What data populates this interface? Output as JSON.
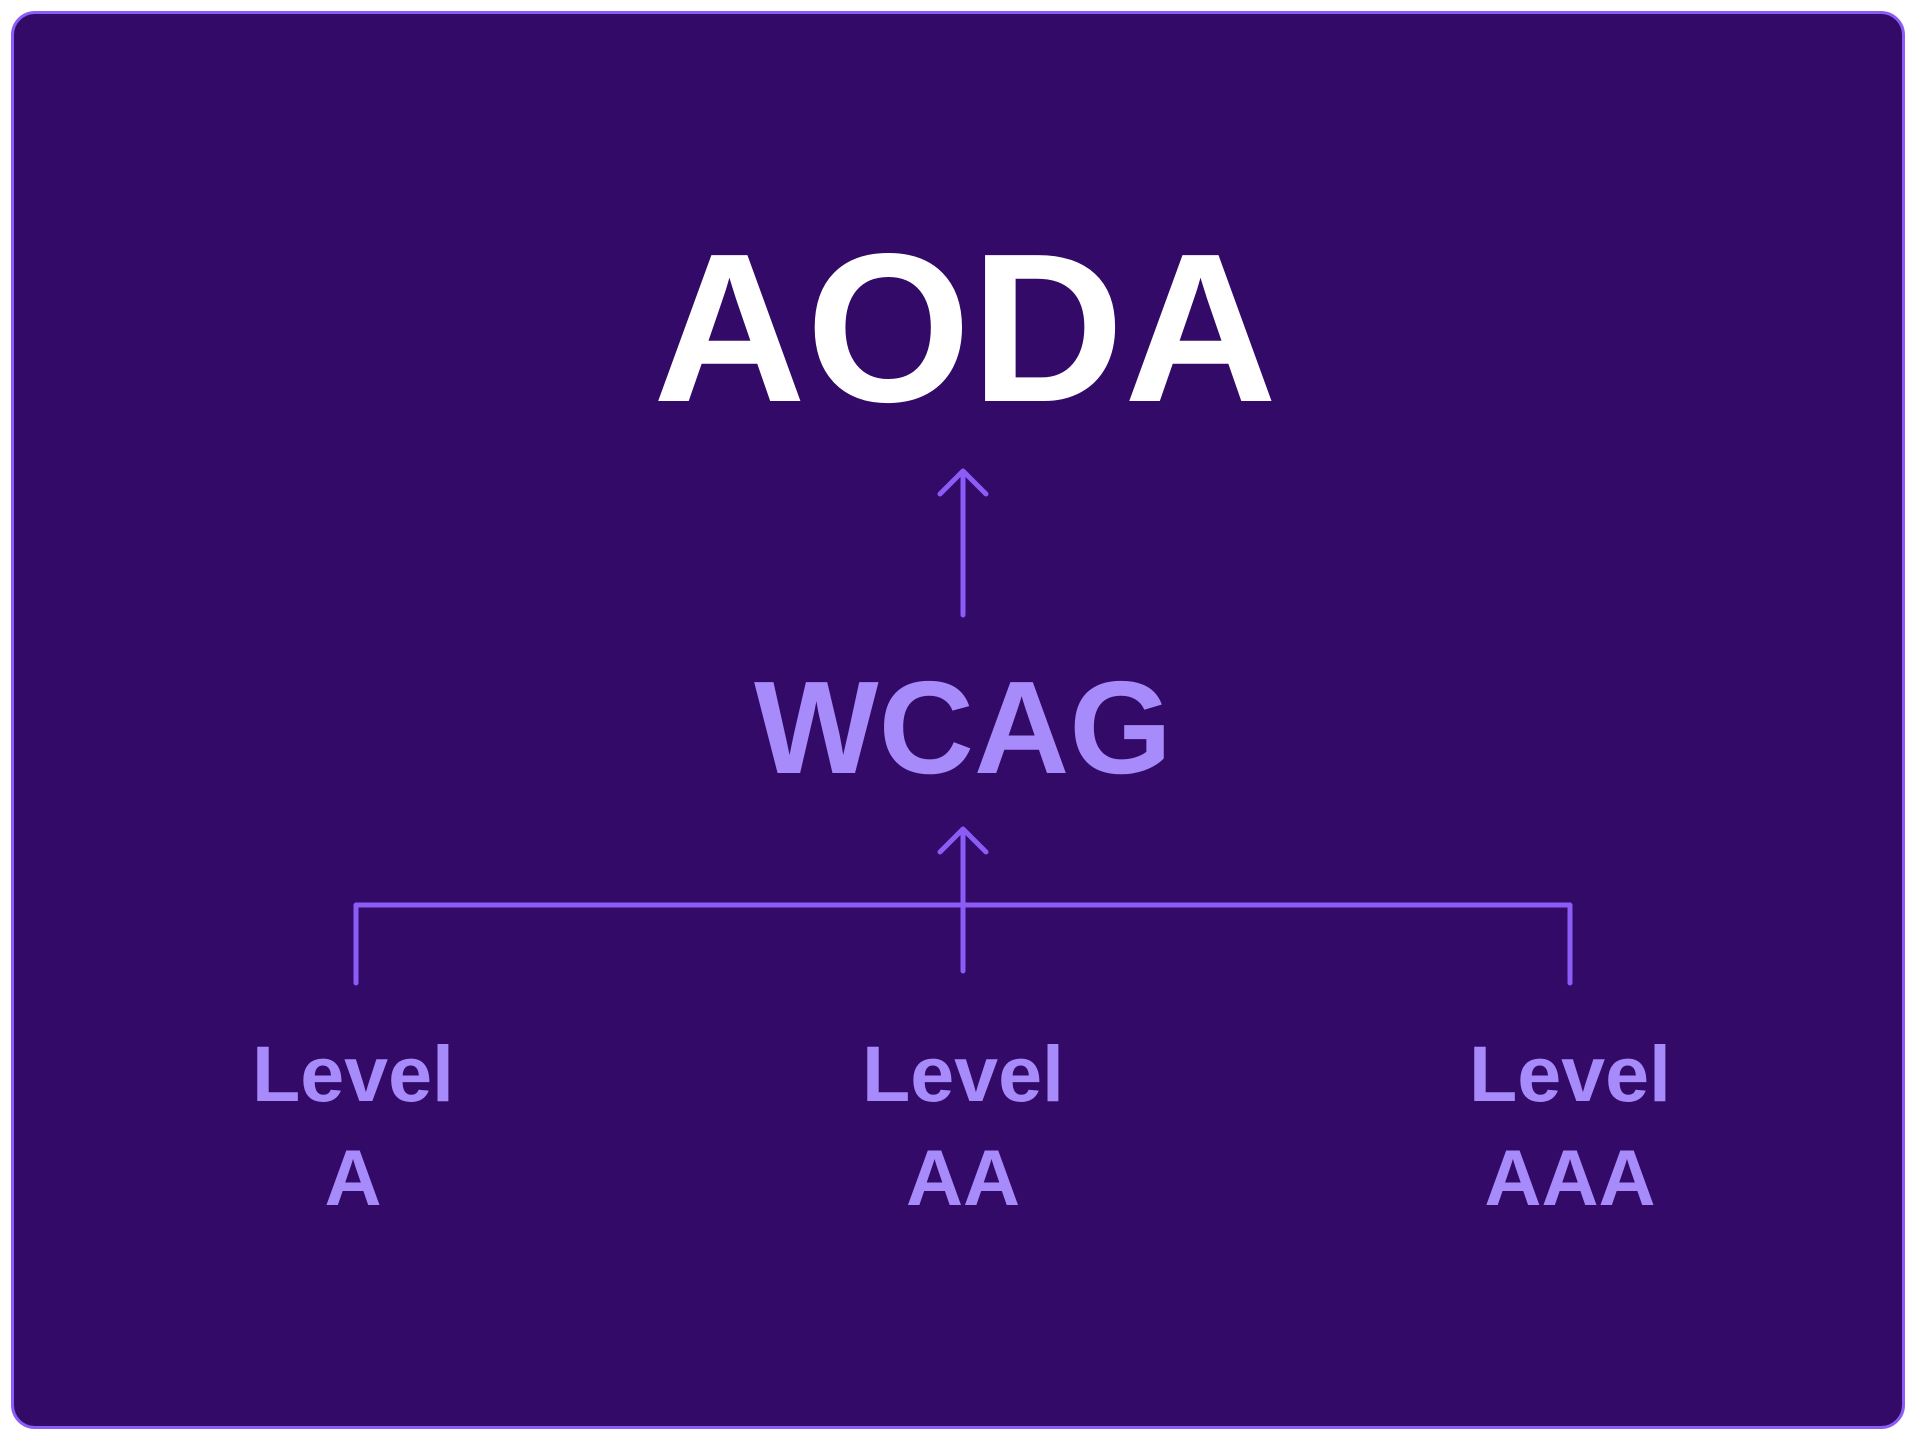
{
  "title": "AODA",
  "middle": "WCAG",
  "levels": [
    {
      "line1": "Level",
      "line2": "A"
    },
    {
      "line1": "Level",
      "line2": "AA"
    },
    {
      "line1": "Level",
      "line2": "AAA"
    }
  ],
  "colors": {
    "background": "#330a68",
    "accent": "#8b5cf6",
    "text_light": "#a78bfa",
    "title": "#ffffff"
  }
}
